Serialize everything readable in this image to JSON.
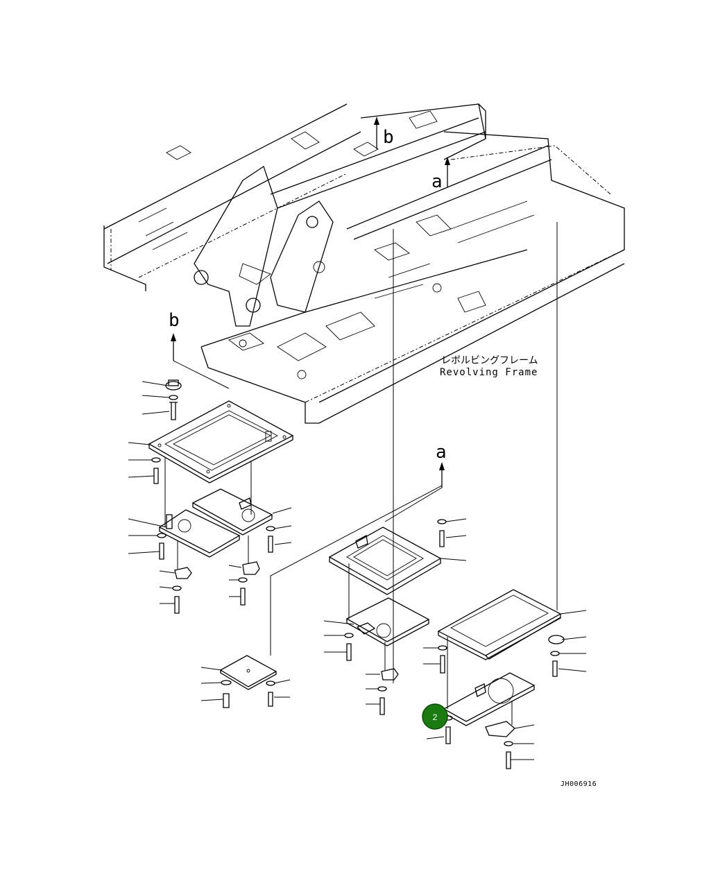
{
  "frame_label": {
    "japanese": "レボルビングフレーム",
    "english": "Revolving Frame"
  },
  "reference_arrows": [
    {
      "id": "b-top",
      "letter": "b"
    },
    {
      "id": "a-top",
      "letter": "a"
    },
    {
      "id": "b-left",
      "letter": "b"
    },
    {
      "id": "a-mid",
      "letter": "a"
    }
  ],
  "callouts": [
    {
      "number": "2",
      "color": "#1a7a10"
    }
  ],
  "drawing_id": "JH006916",
  "colors": {
    "line": "#000000",
    "background": "#ffffff",
    "callout_fill": "#1a7a10",
    "callout_border": "#0d4d08",
    "callout_text": "#ffffff"
  }
}
